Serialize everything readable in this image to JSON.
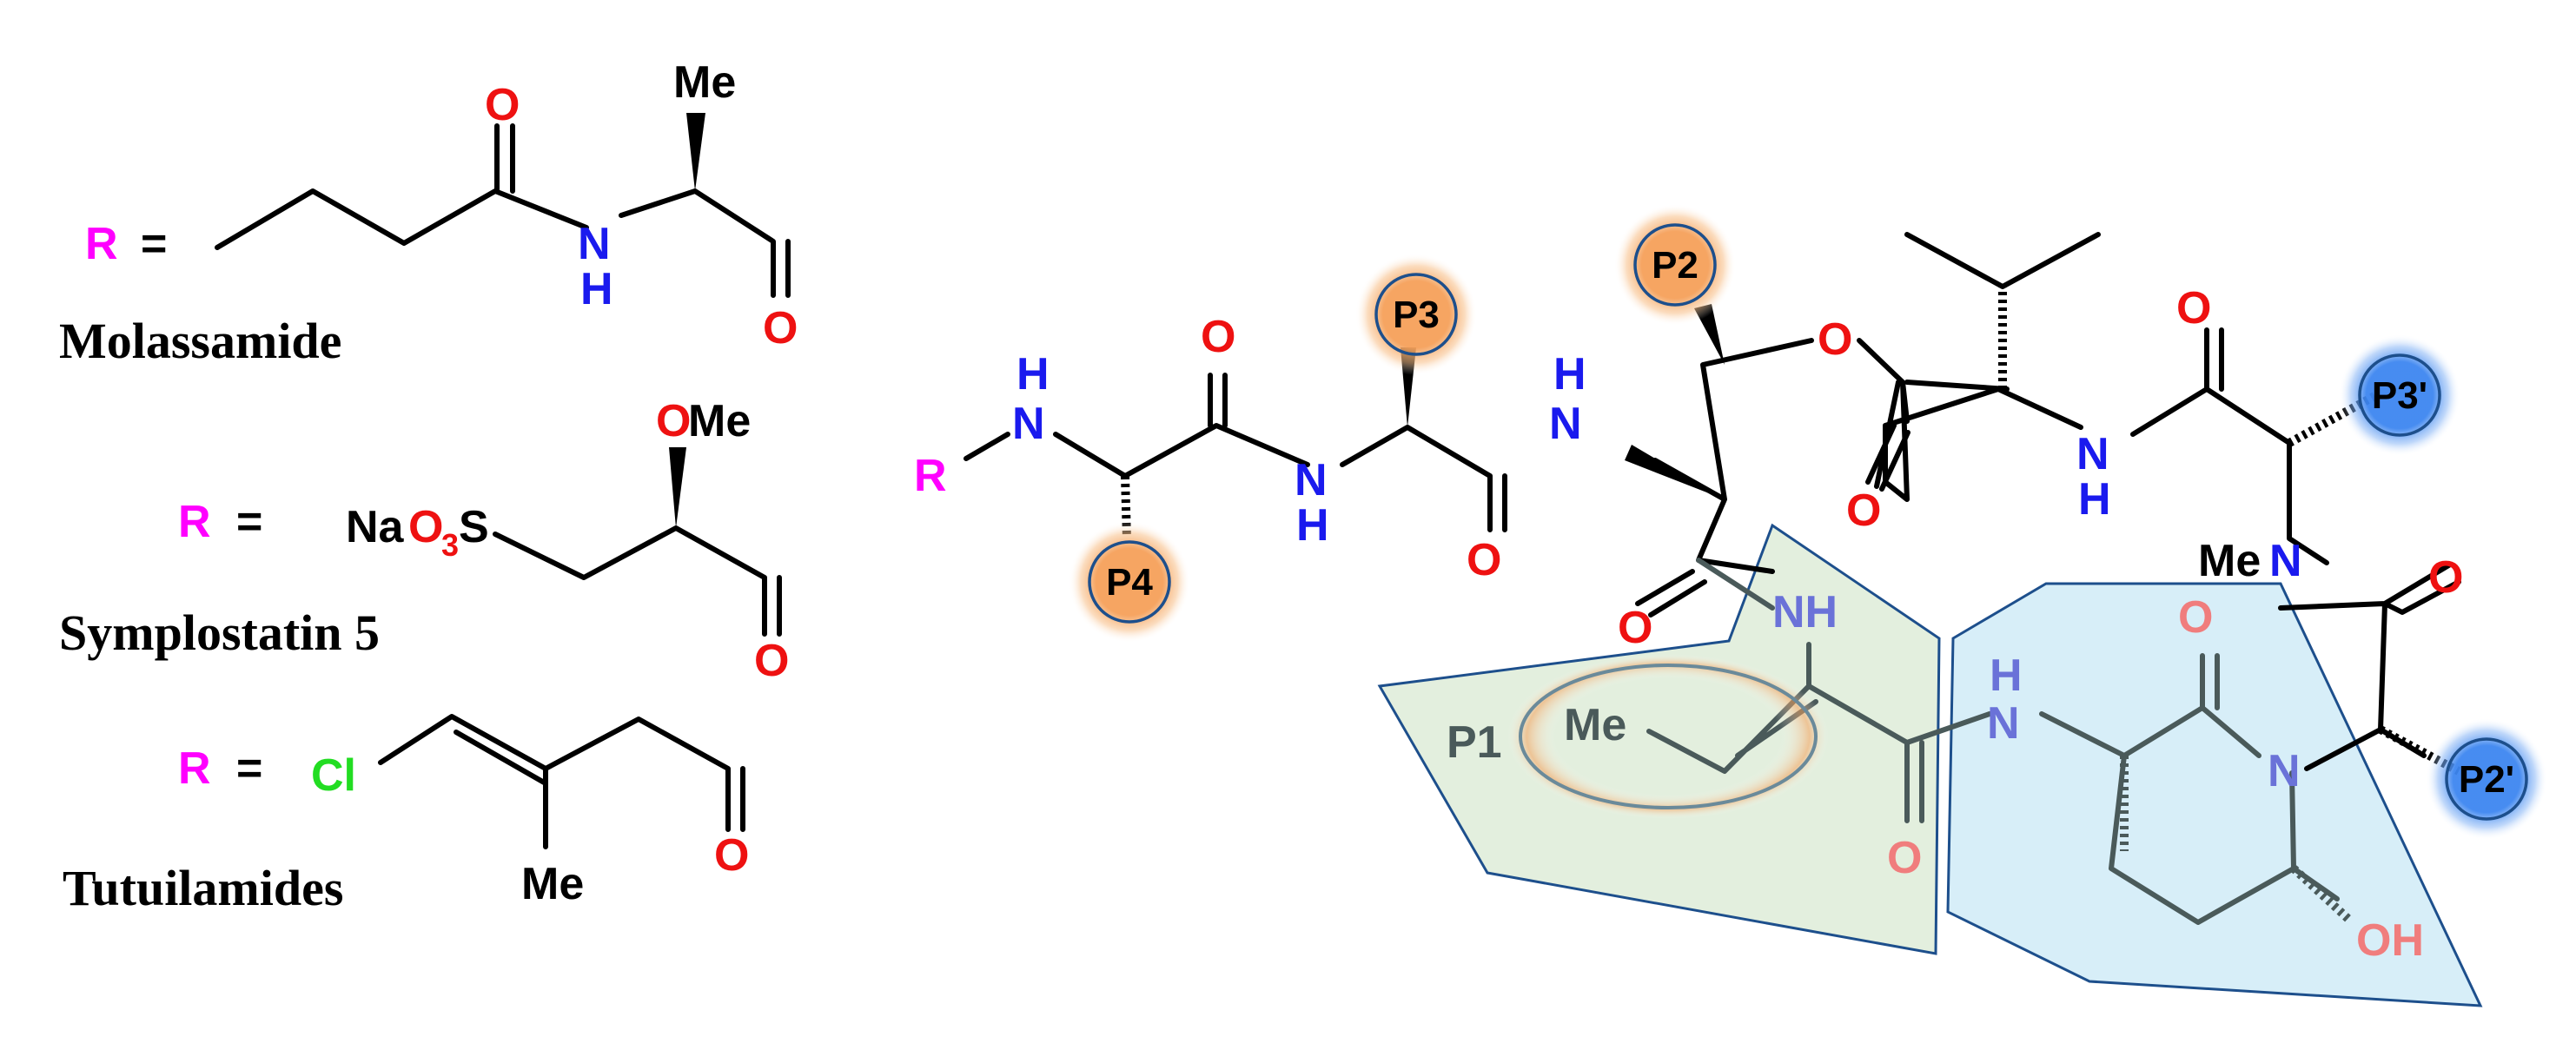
{
  "left_panel": {
    "rows": [
      {
        "r_label": "R",
        "equals": "=",
        "compound_name": "Molassamide",
        "atoms": {
          "o": "O",
          "nh_n": "N",
          "nh_h": "H",
          "me": "Me",
          "ald_o": "O"
        }
      },
      {
        "r_label": "R",
        "equals": "=",
        "compound_name": "Symplostatin 5",
        "atoms": {
          "na": "Na",
          "o3": "O",
          "sub3": "3",
          "s": "S",
          "ome_o": "O",
          "ome_me": "Me",
          "ald_o": "O"
        }
      },
      {
        "r_label": "R",
        "equals": "=",
        "compound_name": "Tutuilamides",
        "atoms": {
          "cl": "Cl",
          "me": "Me",
          "ald_o": "O"
        }
      }
    ]
  },
  "macrocycle": {
    "r_label": "R",
    "atoms": {
      "nh1_h": "H",
      "nh1_n": "N",
      "o_amide1": "O",
      "nh2_n": "N",
      "nh2_h": "H",
      "o_amide2": "O",
      "nh3_h": "H",
      "nh3_n": "N",
      "o_ester": "O",
      "o_lactone": "O",
      "nh4_n": "N",
      "nh4_h": "H",
      "o_amide4": "O",
      "o_amide3": "O",
      "nh5": "NH",
      "me_n_me": "Me",
      "me_n_n": "N",
      "o_amide5": "O",
      "nh6_h": "H",
      "nh6_n": "N",
      "o_ring": "O",
      "o_amide6": "O",
      "ring_n": "N",
      "oh": "OH",
      "p1_me": "Me"
    },
    "pockets": {
      "p1": "P1",
      "p2": "P2",
      "p3": "P3",
      "p4": "P4",
      "p2p": "P2'",
      "p3p": "P3'"
    }
  },
  "colors": {
    "magenta": "#ff00ff",
    "blue": "#1a1aee",
    "red": "#ee1111",
    "green": "#22dd22",
    "black": "#000000",
    "faded_blue": "#6a72d8",
    "faded_red": "#f07d7d",
    "orange_glow": "#f5a05a",
    "blue_glow": "#3d86f0",
    "green_region": "#d9ead3",
    "cyan_region": "#cdeaf6",
    "region_border": "#1d4f8c"
  }
}
